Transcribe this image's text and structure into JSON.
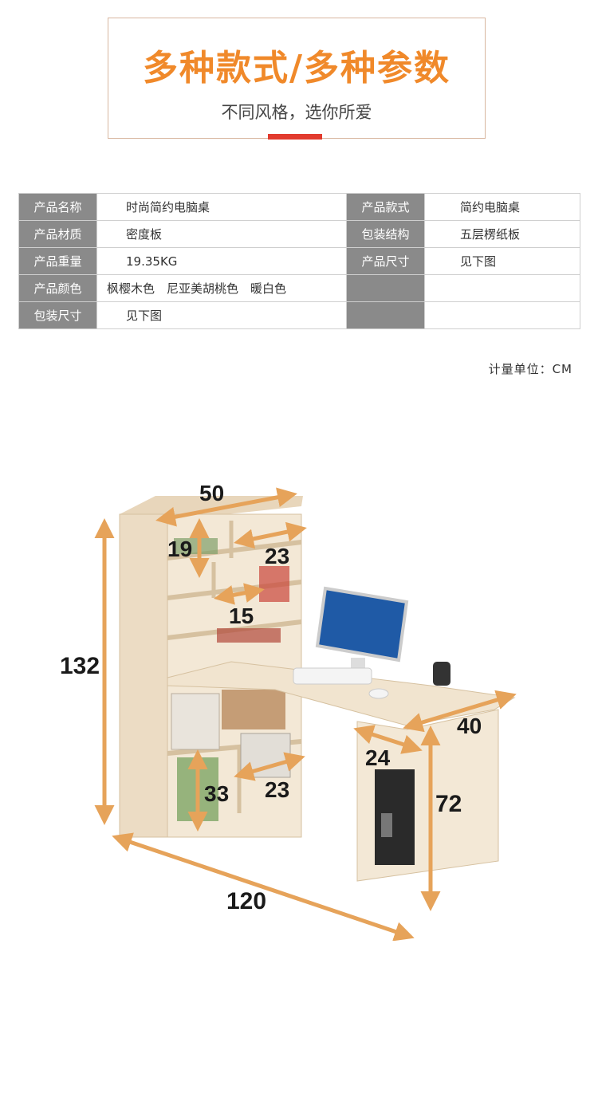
{
  "hero": {
    "title": "多种款式/多种参数",
    "subtitle": "不同风格，选你所爱"
  },
  "spec": {
    "rows": [
      {
        "k1": "产品名称",
        "v1": "时尚简约电脑桌",
        "k2": "产品款式",
        "v2": "简约电脑桌"
      },
      {
        "k1": "产品材质",
        "v1": "密度板",
        "k2": "包装结构",
        "v2": "五层楞纸板"
      },
      {
        "k1": "产品重量",
        "v1": "19.35KG",
        "k2": "产品尺寸",
        "v2": "见下图"
      },
      {
        "k1": "产品颜色",
        "v1": "枫樱木色　尼亚美胡桃色　暖白色",
        "k2": "",
        "v2": ""
      },
      {
        "k1": "包装尺寸",
        "v1": "见下图",
        "k2": "",
        "v2": ""
      }
    ]
  },
  "unit": "计量单位：CM",
  "dimensions": {
    "height_total": "132",
    "width_shelf": "50",
    "shelf_h": "19",
    "shelf_w_top": "23",
    "shelf_w_mid": "15",
    "length": "120",
    "depth": "40",
    "drawer": "24",
    "desk_h": "72",
    "lower_h": "33",
    "lower_w": "23"
  },
  "colors": {
    "accent": "#f0892a",
    "arrow": "#e6a35a",
    "wood": "#ecdcc4",
    "wood_dark": "#d9c3a3"
  }
}
